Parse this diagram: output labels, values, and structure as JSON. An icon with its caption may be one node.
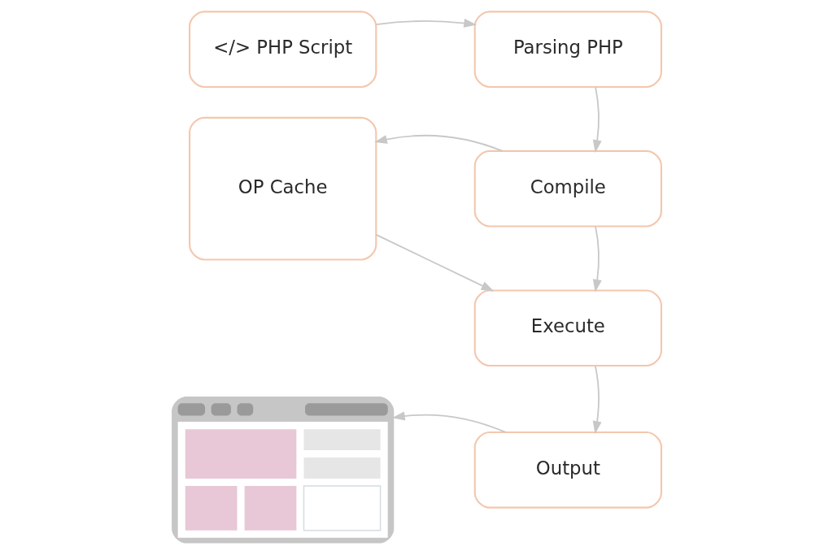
{
  "diagram": {
    "nodes": [
      {
        "text": [
          "</> PHP Script"
        ]
      },
      {
        "text": [
          "Parsing PHP"
        ]
      },
      {
        "text": [
          "OP Cache"
        ]
      },
      {
        "text": [
          "Compile"
        ]
      },
      {
        "text": [
          "Execute"
        ]
      },
      {
        "text": [],
        "shape": "picture"
      },
      {
        "text": [
          "Output"
        ]
      }
    ],
    "edges": [
      {
        "from": 0,
        "to": 1,
        "arrow": "to"
      },
      {
        "from": 1,
        "to": 3,
        "arrow": "to"
      },
      {
        "from": 3,
        "to": 2,
        "arrow": "to"
      },
      {
        "from": 3,
        "to": 4,
        "arrow": "to"
      },
      {
        "from": 2,
        "to": 4,
        "arrow": "to"
      },
      {
        "from": 4,
        "to": 6,
        "arrow": "to"
      },
      {
        "from": 6,
        "to": 5,
        "arrow": "to"
      }
    ]
  }
}
